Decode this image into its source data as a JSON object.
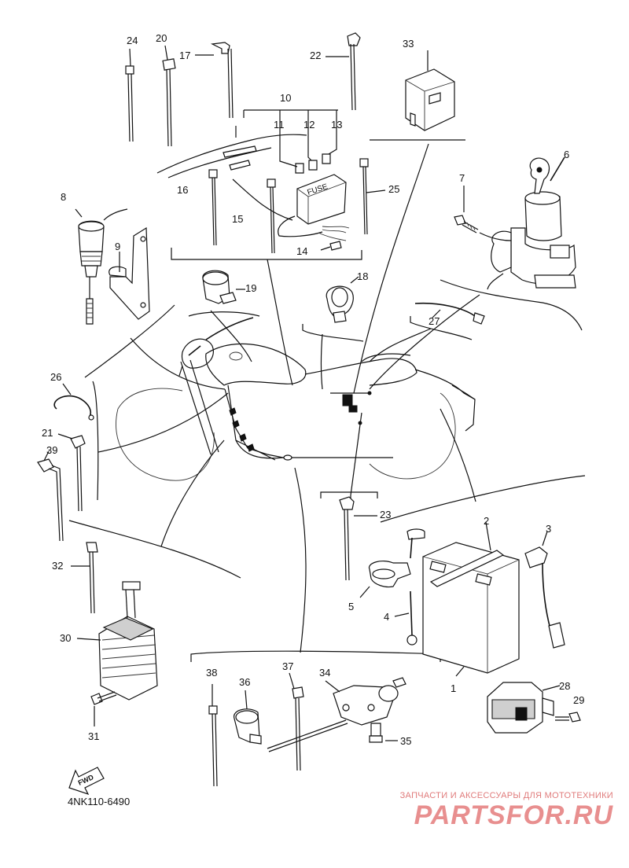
{
  "diagram": {
    "part_code": "4NK110-6490",
    "fwd_label": "FWD",
    "fuse_label": "FUSE",
    "callouts": [
      "1",
      "2",
      "3",
      "4",
      "5",
      "6",
      "7",
      "8",
      "9",
      "10",
      "11",
      "12",
      "13",
      "14",
      "15",
      "16",
      "17",
      "18",
      "19",
      "20",
      "21",
      "22",
      "23",
      "24",
      "25",
      "26",
      "27",
      "28",
      "29",
      "30",
      "31",
      "32",
      "33",
      "34",
      "35",
      "36",
      "37",
      "38",
      "39"
    ]
  },
  "watermark": {
    "subtitle": "ЗАПЧАСТИ И АКСЕССУАРЫ ДЛЯ МОТОТЕХНИКИ",
    "brand": "PARTSFOR.RU"
  }
}
